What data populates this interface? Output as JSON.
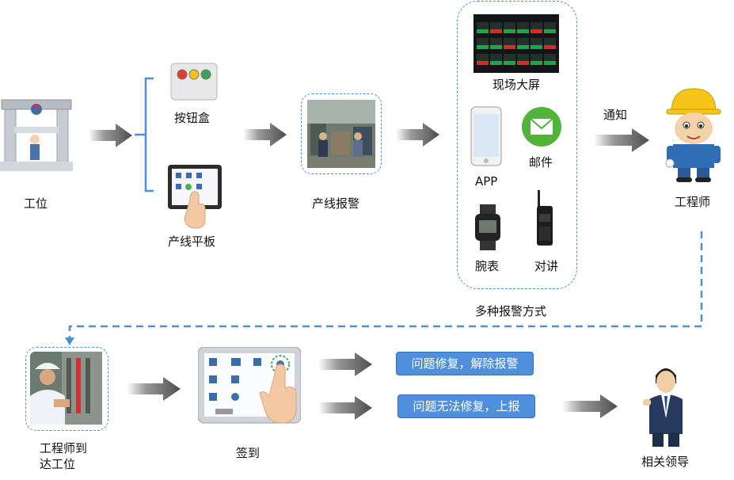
{
  "labels": {
    "station": "工位",
    "button_box": "按钮盒",
    "line_tablet": "产线平板",
    "line_alarm": "产线报警",
    "big_screen": "现场大屏",
    "app": "APP",
    "email": "邮件",
    "watch": "腕表",
    "intercom": "对讲",
    "multi_alarm": "多种报警方式",
    "notify": "通知",
    "engineer": "工程师",
    "engineer_arrive_1": "工程师到",
    "engineer_arrive_2": "达工位",
    "sign_in": "签到",
    "fixed": "问题修复，解除报警",
    "cannot_fix": "问题无法修复，上报",
    "leader": "相关领导"
  },
  "colors": {
    "accent_blue": "#4a90d9",
    "arrow_gray": "#555555",
    "button_blue": "#4f8fdc"
  },
  "icons": [
    "station-icon",
    "button-box-icon",
    "tablet-icon",
    "line-photo",
    "screen-icon",
    "phone-icon",
    "email-icon",
    "watch-icon",
    "walkie-talkie-icon",
    "engineer-icon",
    "engineer-photo",
    "tablet-touch-icon",
    "leader-icon"
  ]
}
